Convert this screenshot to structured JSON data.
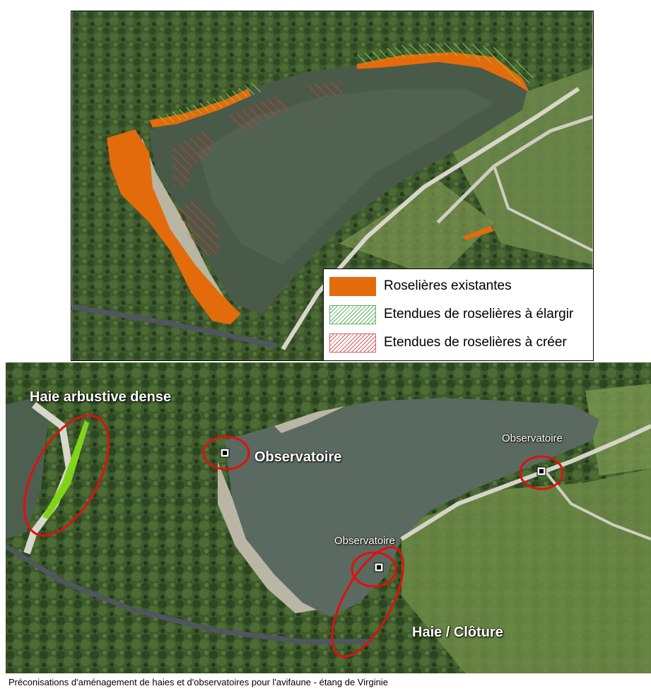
{
  "top_map": {
    "legend": {
      "items": [
        {
          "label": "Roselières existantes",
          "pattern": "solid",
          "color": "#e46b0c"
        },
        {
          "label": "Etendues de roselières à élargir",
          "pattern": "hatched",
          "color": "#63b263"
        },
        {
          "label": "Etendues de roselières à créer",
          "pattern": "hatched",
          "color": "#d85c5c"
        }
      ]
    }
  },
  "bottom_map": {
    "labels": {
      "haie_dense": "Haie arbustive dense",
      "observatoire_left": "Observatoire",
      "observatoire_right": "Observatoire",
      "observatoire_mid": "Observatoire",
      "haie_cloture": "Haie / Clôture"
    },
    "marker_color": "#e01010",
    "hedge_color": "#7fd41a"
  },
  "caption": "Préconisations d'aménagement de haies et d'observatoires pour l'avifaune - étang de Virginie"
}
